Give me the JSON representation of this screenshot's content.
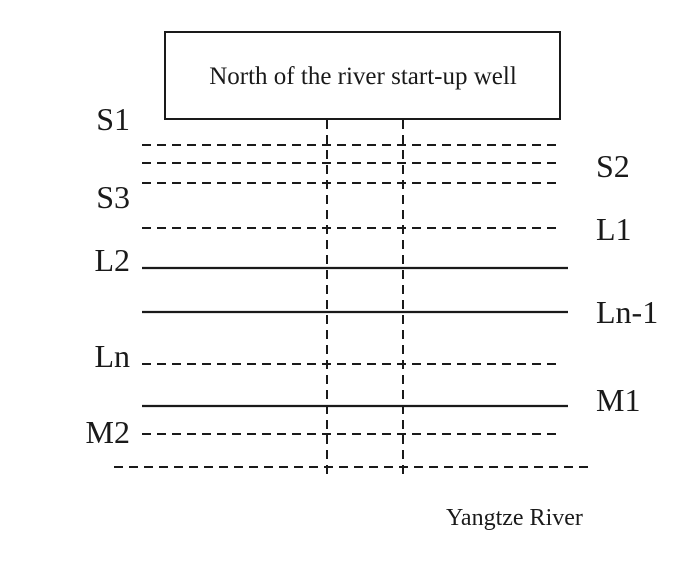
{
  "box": {
    "text": "North of the river start-up well"
  },
  "labels": {
    "s1": "S1",
    "s2": "S2",
    "s3": "S3",
    "l1": "L1",
    "l2": "L2",
    "ln_minus_1": "Ln-1",
    "ln": "Ln",
    "m1": "M1",
    "m2": "M2"
  },
  "caption": "Yangtze River",
  "colors": {
    "line": "#1a1a1a",
    "background": "#ffffff"
  }
}
